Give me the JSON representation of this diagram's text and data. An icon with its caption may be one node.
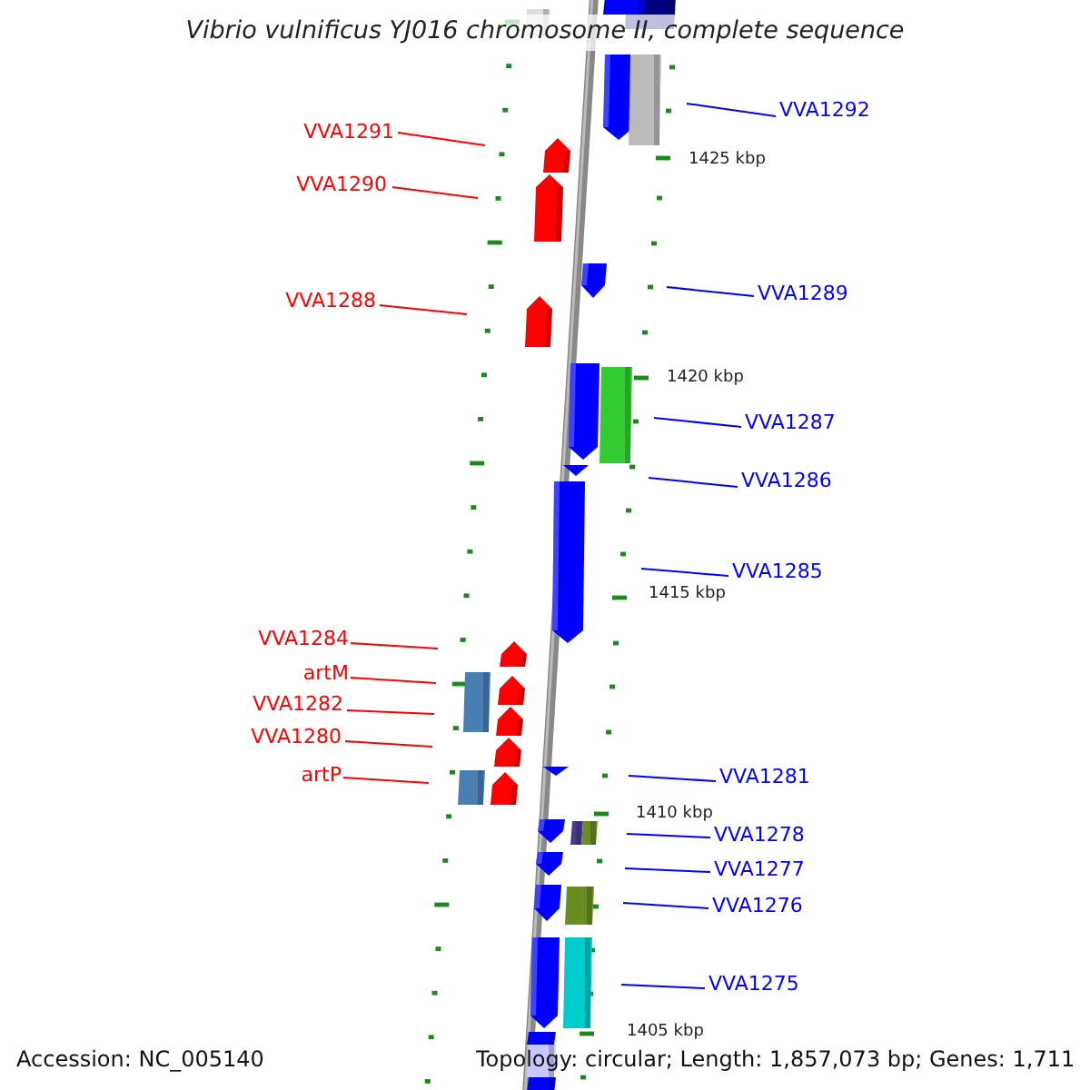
{
  "diagram": {
    "title": "Vibrio vulnificus YJ016 chromosome II, complete sequence",
    "nodes": [
      {
        "text": [
          "VVA1292"
        ]
      },
      {
        "text": [
          "VVA1291"
        ]
      },
      {
        "text": [
          "VVA1290"
        ]
      },
      {
        "text": [
          "VVA1289"
        ]
      },
      {
        "text": [
          "VVA1288"
        ]
      },
      {
        "text": [
          "VVA1287"
        ]
      },
      {
        "text": [
          "VVA1286"
        ]
      },
      {
        "text": [
          "VVA1285"
        ]
      },
      {
        "text": [
          "VVA1284"
        ]
      },
      {
        "text": [
          "artM"
        ]
      },
      {
        "text": [
          "VVA1282"
        ]
      },
      {
        "text": [
          "VVA1280"
        ]
      },
      {
        "text": [
          "artP"
        ]
      },
      {
        "text": [
          "VVA1281"
        ]
      },
      {
        "text": [
          "VVA1278"
        ]
      },
      {
        "text": [
          "VVA1277"
        ]
      },
      {
        "text": [
          "VVA1276"
        ]
      },
      {
        "text": [
          "VVA1275"
        ]
      }
    ],
    "edges": [
      {
        "from": 0,
        "to": null,
        "arrow": "none"
      },
      {
        "from": 1,
        "to": null,
        "arrow": "none",
        "color": "#ff0000"
      },
      {
        "from": 2,
        "to": null,
        "arrow": "none",
        "color": "#ff0000"
      },
      {
        "from": 3,
        "to": null,
        "arrow": "none"
      },
      {
        "from": 4,
        "to": null,
        "arrow": "none",
        "color": "#ff0000"
      },
      {
        "from": 5,
        "to": null,
        "arrow": "none"
      },
      {
        "from": 6,
        "to": null,
        "arrow": "none"
      },
      {
        "from": 7,
        "to": null,
        "arrow": "none"
      },
      {
        "from": 8,
        "to": null,
        "arrow": "none",
        "color": "#ff0000"
      },
      {
        "from": 9,
        "to": null,
        "arrow": "none",
        "color": "#ff0000"
      },
      {
        "from": 10,
        "to": null,
        "arrow": "none",
        "color": "#ff0000"
      },
      {
        "from": 11,
        "to": null,
        "arrow": "none",
        "color": "#ff0000"
      },
      {
        "from": 12,
        "to": null,
        "arrow": "none",
        "color": "#ff0000"
      },
      {
        "from": 13,
        "to": null,
        "arrow": "none"
      },
      {
        "from": 14,
        "to": null,
        "arrow": "none"
      },
      {
        "from": 15,
        "to": null,
        "arrow": "none"
      },
      {
        "from": 16,
        "to": null,
        "arrow": "none"
      },
      {
        "from": 17,
        "to": null,
        "arrow": "none"
      }
    ],
    "labels": [
      "1425 kbp",
      "1420 kbp",
      "1415 kbp",
      "1410 kbp",
      "1405 kbp",
      "Accession: NC_005140",
      "Topology: circular; Length: 1,857,073 bp; Genes: 1,711"
    ]
  }
}
